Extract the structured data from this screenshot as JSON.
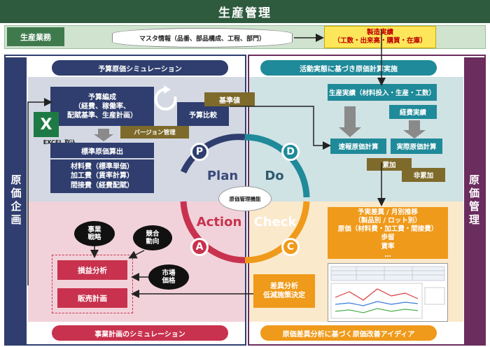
{
  "title": "生産管理",
  "production_label": "生産業務",
  "master_info": "マスタ情報（品番、部品構成、工程、部門）",
  "actuals": {
    "line1": "製造実績",
    "line2": "（工数・出来高・購買・在庫）"
  },
  "left_vertical": "原価企画",
  "right_vertical": "原価管理",
  "plan_header": "予算原価シミュレーション",
  "do_header": "活動実態に基づき原価計算実施",
  "action_footer": "事業計画のシミュレーション",
  "check_footer": "原価差異分析に基づく原価改善アイディア",
  "plan": {
    "budget": {
      "line1": "予算編成",
      "line2": "（経費、稼働率、",
      "line3": "配賦基準、生産計画）"
    },
    "version": "バージョン管理",
    "excel": "EXCEL 取込",
    "excel_icon": "X",
    "budget_compare": "予算比較",
    "standard_value": "基準値",
    "std_cost_calc": "標準原価算出",
    "std_details": {
      "line1": "材料費（標準単価）",
      "line2": "加工費（賃率計算）",
      "line3": "間接費（経費配賦）"
    }
  },
  "do": {
    "prod_results": "生産実績（材料投入・生産・工数）",
    "expense_results": "経費実績",
    "quick_calc": "速報原価計算",
    "actual_calc": "実際原価計算",
    "cumulative": "累加",
    "non_cumulative": "非累加"
  },
  "check": {
    "lines": [
      "予実差異 / 月別推移",
      "（製品別 / ロット別）",
      "原価（材料費・加工費・間接費）",
      "歩留",
      "賃率",
      "…"
    ],
    "variance": {
      "line1": "差異分析",
      "line2": "低減施策決定"
    }
  },
  "action": {
    "business_strategy": {
      "line1": "事業",
      "line2": "戦略"
    },
    "competition": {
      "line1": "競合",
      "line2": "動向"
    },
    "market_price": {
      "line1": "市場",
      "line2": "価格"
    },
    "pl_analysis": "損益分析",
    "sales_plan": "販売計画"
  },
  "cycle": {
    "center": "原価管理機能",
    "plan": {
      "letter": "P",
      "word": "Plan"
    },
    "do": {
      "letter": "D",
      "word": "Do"
    },
    "action": {
      "letter": "A",
      "word": "Action"
    },
    "check": {
      "letter": "C",
      "word": "Check"
    }
  },
  "colors": {
    "navy": "#2f3e6e",
    "teal": "#1f8a99",
    "olive": "#7e6a2a",
    "red": "#c8324e",
    "orange": "#ef9a1a",
    "green": "#2e5a3e",
    "plum": "#6b2c5e",
    "yellow": "#fde65a"
  }
}
